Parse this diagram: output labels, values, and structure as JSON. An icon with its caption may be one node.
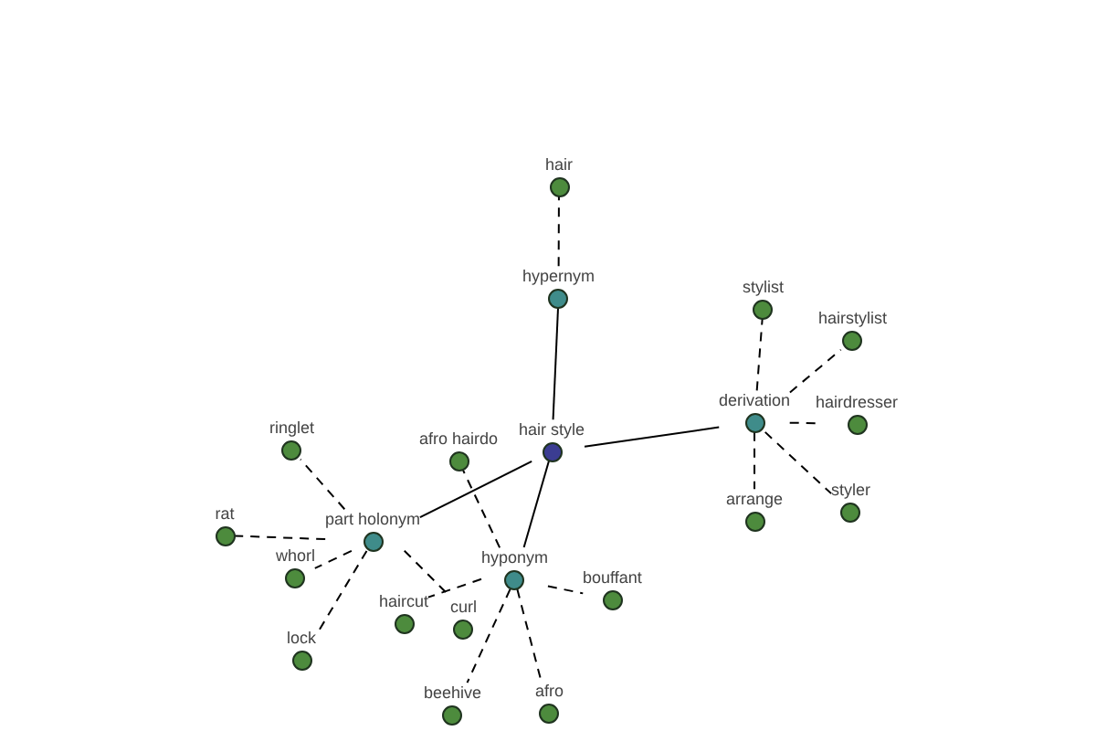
{
  "diagram": {
    "nodes": [
      {
        "text": [
          "hair"
        ]
      },
      {
        "text": [
          "hypernym"
        ]
      },
      {
        "text": [
          "stylist"
        ]
      },
      {
        "text": [
          "hairstylist"
        ]
      },
      {
        "text": [
          "derivation"
        ]
      },
      {
        "text": [
          "hairdresser"
        ]
      },
      {
        "text": [
          "ringlet"
        ]
      },
      {
        "text": [
          "hair style"
        ]
      },
      {
        "text": [
          "afro hairdo"
        ]
      },
      {
        "text": [
          "styler"
        ]
      },
      {
        "text": [
          "arrange"
        ]
      },
      {
        "text": [
          "part holonym"
        ]
      },
      {
        "text": [
          "rat"
        ]
      },
      {
        "text": [
          "whorl"
        ]
      },
      {
        "text": [
          "hyponym"
        ]
      },
      {
        "text": [
          "bouffant"
        ]
      },
      {
        "text": [
          "haircut"
        ]
      },
      {
        "text": [
          "curl"
        ]
      },
      {
        "text": [
          "lock"
        ]
      },
      {
        "text": [
          "beehive"
        ]
      },
      {
        "text": [
          "afro"
        ]
      }
    ],
    "edges": [
      {
        "from": 7,
        "to": 1,
        "arrow": "none"
      },
      {
        "from": 7,
        "to": 4,
        "arrow": "none"
      },
      {
        "from": 7,
        "to": 11,
        "arrow": "none"
      },
      {
        "from": 7,
        "to": 14,
        "arrow": "none"
      },
      {
        "from": 1,
        "to": 0,
        "arrow": "none",
        "style": "dashed"
      },
      {
        "from": 4,
        "to": 2,
        "arrow": "none",
        "style": "dashed"
      },
      {
        "from": 4,
        "to": 3,
        "arrow": "none",
        "style": "dashed"
      },
      {
        "from": 4,
        "to": 5,
        "arrow": "none",
        "style": "dashed"
      },
      {
        "from": 4,
        "to": 9,
        "arrow": "none",
        "style": "dashed"
      },
      {
        "from": 4,
        "to": 10,
        "arrow": "none",
        "style": "dashed"
      },
      {
        "from": 11,
        "to": 6,
        "arrow": "none",
        "style": "dashed"
      },
      {
        "from": 11,
        "to": 12,
        "arrow": "none",
        "style": "dashed"
      },
      {
        "from": 11,
        "to": 13,
        "arrow": "none",
        "style": "dashed"
      },
      {
        "from": 11,
        "to": 17,
        "arrow": "none",
        "style": "dashed"
      },
      {
        "from": 11,
        "to": 18,
        "arrow": "none",
        "style": "dashed"
      },
      {
        "from": 14,
        "to": 8,
        "arrow": "none",
        "style": "dashed"
      },
      {
        "from": 14,
        "to": 16,
        "arrow": "none",
        "style": "dashed"
      },
      {
        "from": 14,
        "to": 15,
        "arrow": "none",
        "style": "dashed"
      },
      {
        "from": 14,
        "to": 19,
        "arrow": "none",
        "style": "dashed"
      },
      {
        "from": 14,
        "to": 20,
        "arrow": "none",
        "style": "dashed"
      }
    ]
  }
}
